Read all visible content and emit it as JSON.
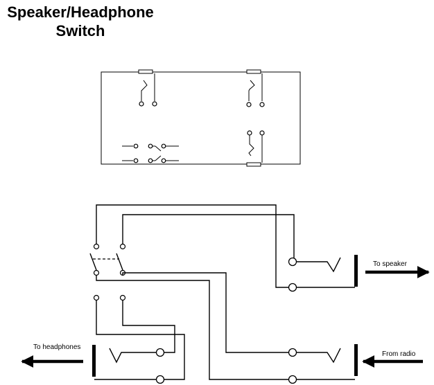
{
  "title": {
    "line1": "Speaker/Headphone",
    "line2": "Switch"
  },
  "labels": {
    "to_speaker": "To speaker",
    "to_headphones": "To headphones",
    "from_radio": "From radio"
  }
}
